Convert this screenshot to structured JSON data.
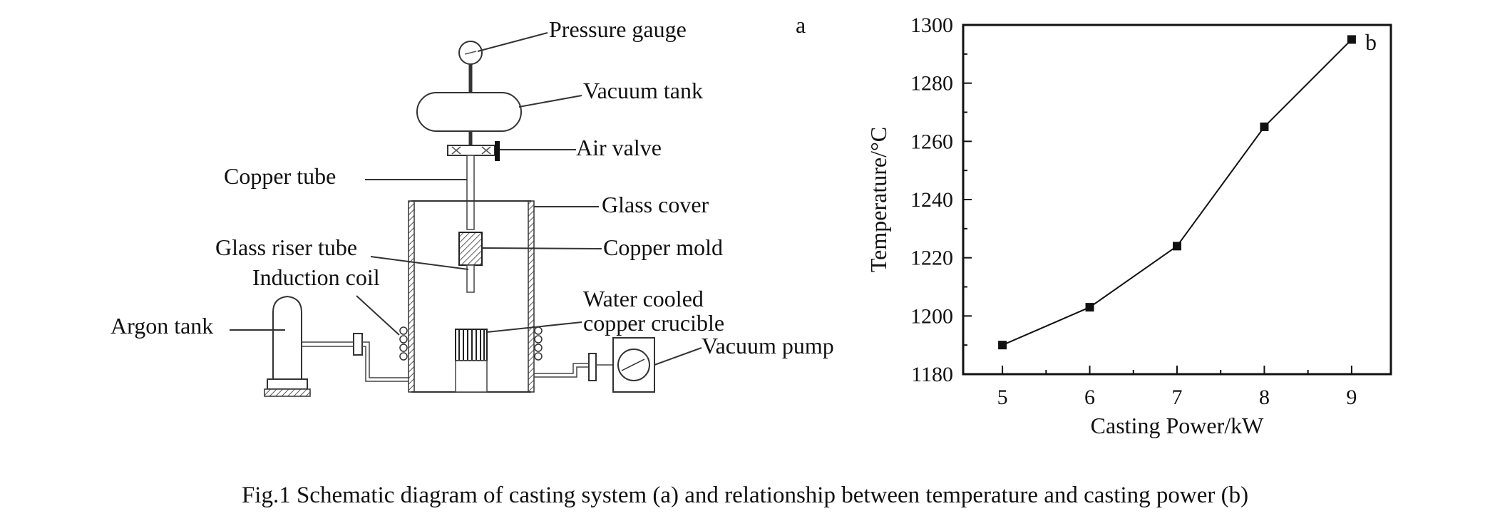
{
  "schematic": {
    "panel_letter": "a",
    "labels": {
      "pressure_gauge": "Pressure gauge",
      "vacuum_tank": "Vacuum tank",
      "air_valve": "Air valve",
      "copper_tube": "Copper tube",
      "glass_cover": "Glass cover",
      "glass_riser_tube": "Glass riser tube",
      "copper_mold": "Copper mold",
      "induction_coil": "Induction coil",
      "water_cooled_line1": "Water cooled",
      "water_cooled_line2": "copper crucible",
      "argon_tank": "Argon tank",
      "vacuum_pump": "Vacuum pump"
    }
  },
  "chart_data": {
    "type": "line",
    "panel_letter": "b",
    "xlabel": "Casting Power/kW",
    "ylabel": "Temperature/°C",
    "x": [
      5,
      6,
      7,
      8,
      9
    ],
    "series": [
      {
        "values": [
          1190,
          1203,
          1224,
          1265,
          1295
        ],
        "marker": "square",
        "color": "#111111"
      }
    ],
    "xlim": [
      4.55,
      9.45
    ],
    "ylim": [
      1180,
      1300
    ],
    "xticks": [
      5,
      6,
      7,
      8,
      9
    ],
    "yticks": [
      1180,
      1200,
      1220,
      1240,
      1260,
      1280,
      1300
    ],
    "grid": false
  },
  "caption": "Fig.1  Schematic diagram of casting system (a) and relationship between temperature and casting power (b)"
}
